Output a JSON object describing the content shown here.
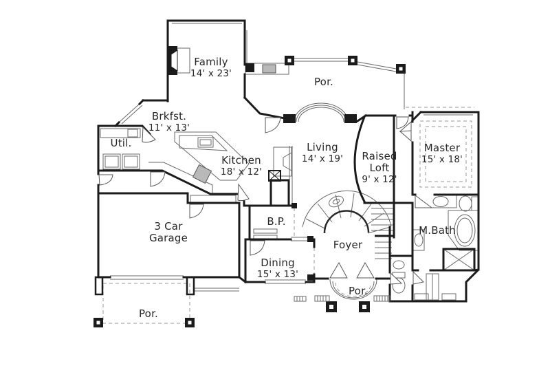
{
  "plan": {
    "type": "house-first-floor-plan",
    "colors": {
      "background": "#ffffff",
      "wall": "#1b1b1b",
      "thin_line": "#686868",
      "dashed_line": "#979797",
      "appliance_fill": "#b9b9b9",
      "text": "#272727"
    },
    "rooms": [
      {
        "id": "family",
        "label": "Family",
        "dims": "14' x 23'"
      },
      {
        "id": "porch-rear",
        "label": "Por.",
        "dims": ""
      },
      {
        "id": "brkfst",
        "label": "Brkfst.",
        "dims": "11' x 13'"
      },
      {
        "id": "util",
        "label": "Util.",
        "dims": ""
      },
      {
        "id": "kitchen",
        "label": "Kitchen",
        "dims": "18' x 12'"
      },
      {
        "id": "living",
        "label": "Living",
        "dims": "14' x 19'"
      },
      {
        "id": "raised-loft",
        "label": "Raised Loft",
        "dims": "9' x 12'"
      },
      {
        "id": "master",
        "label": "Master",
        "dims": "15' x 18'"
      },
      {
        "id": "garage",
        "label": "3 Car Garage",
        "dims": ""
      },
      {
        "id": "bp",
        "label": "B.P.",
        "dims": ""
      },
      {
        "id": "foyer",
        "label": "Foyer",
        "dims": ""
      },
      {
        "id": "dining",
        "label": "Dining",
        "dims": "15' x 13'"
      },
      {
        "id": "mbath",
        "label": "M.Bath",
        "dims": ""
      },
      {
        "id": "porch-front",
        "label": "Por.",
        "dims": ""
      },
      {
        "id": "porch-garage",
        "label": "Por.",
        "dims": ""
      }
    ],
    "fixtures": [
      "fireplace",
      "bbq-grill",
      "kitchen-island",
      "range",
      "refrigerator",
      "washer-dryer",
      "curved-stair",
      "tub",
      "shower",
      "toilet",
      "sink",
      "closet-rods",
      "porch-columns"
    ]
  }
}
